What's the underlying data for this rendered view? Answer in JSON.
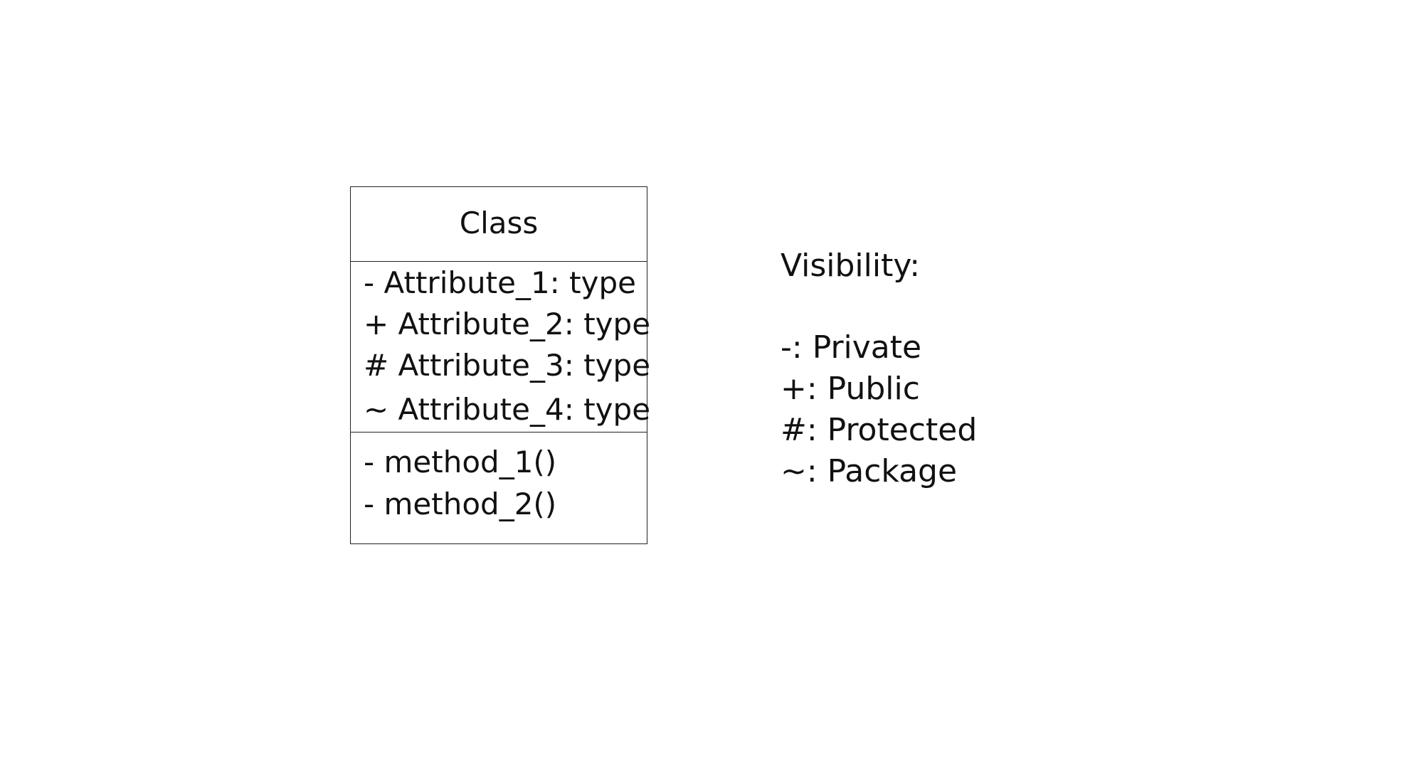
{
  "class_box": {
    "name": "Class",
    "attributes": [
      "- Attribute_1: type",
      "+ Attribute_2: type",
      "# Attribute_3: type",
      "~ Attribute_4: type"
    ],
    "methods": [
      "- method_1()",
      "- method_2()"
    ]
  },
  "legend": {
    "title": "Visibility:",
    "items": [
      "-: Private",
      "+: Public",
      "#: Protected",
      "~: Package"
    ]
  }
}
